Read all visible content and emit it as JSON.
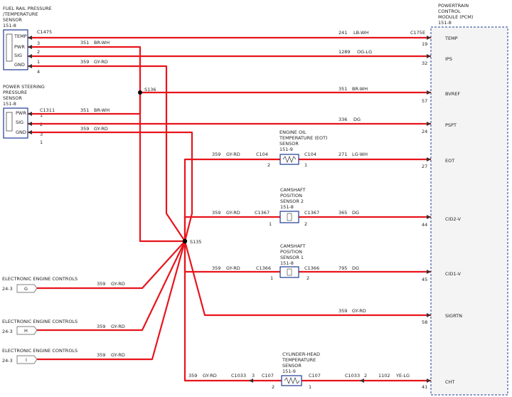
{
  "components": {
    "fuel_rail_sensor": {
      "lines": [
        "FUEL RAIL PRESSURE",
        "/TEMPERATURE",
        "SENSOR",
        "151-8"
      ],
      "connector": "C1475",
      "pins": [
        "TEMP",
        "PWR",
        "SIG",
        "GND"
      ],
      "pin_numbers": [
        "3",
        "2",
        "1",
        "4"
      ]
    },
    "ps_pressure_sensor": {
      "lines": [
        "POWER STEERING",
        "PRESSURE",
        "SENSOR",
        "151-8"
      ],
      "connector": "C1311",
      "pins": [
        "PWR",
        "SIG",
        "GND"
      ],
      "pin_numbers": [
        "1",
        "2",
        "3",
        "1"
      ]
    },
    "pcm": {
      "lines": [
        "POWERTRAIN",
        "CONTROL",
        "MODULE (PCM)",
        "151-8"
      ],
      "connector": "C175E",
      "pins": [
        "TEMP",
        "IPS",
        "BVREF",
        "PSPT",
        "EOT",
        "CID2-V",
        "CID1-V",
        "SIGRTN",
        "CHT"
      ],
      "pin_numbers": [
        "19",
        "32",
        "57",
        "24",
        "27",
        "44",
        "45",
        "58",
        "41"
      ]
    },
    "eot_sensor": {
      "lines": [
        "ENGINE OIL",
        "TEMPERATURE (EOT)",
        "SENSOR",
        "151-9"
      ],
      "conn_left": "C104",
      "conn_right": "C104",
      "pin_left": "2",
      "pin_right": "1"
    },
    "cmp2_sensor": {
      "lines": [
        "CAMSHAFT",
        "POSITION",
        "SENSOR 2",
        "151-8"
      ],
      "conn_left": "C1367",
      "conn_right": "C1367",
      "pin_left": "1",
      "pin_right": "2"
    },
    "cmp1_sensor": {
      "lines": [
        "CAMSHAFT",
        "POSITION",
        "SENSOR 1",
        "151-8"
      ],
      "conn_left": "C1366",
      "conn_right": "C1366",
      "pin_left": "1",
      "pin_right": "2"
    },
    "cht_sensor": {
      "lines": [
        "CYLINDER-HEAD",
        "TEMPERATURE",
        "SENSOR",
        "151-9"
      ],
      "conn_left": "C107",
      "conn_right": "C107",
      "pin_left": "2",
      "pin_right": "1"
    }
  },
  "splices": {
    "s136": "S136",
    "s135": "S135"
  },
  "wires": [
    {
      "circuit": "241",
      "color": "LB-WH"
    },
    {
      "circuit": "351",
      "color": "BR-WH"
    },
    {
      "circuit": "1289",
      "color": "OG-LG"
    },
    {
      "circuit": "359",
      "color": "GY-RD"
    },
    {
      "circuit": "351",
      "color": "BR-WH"
    },
    {
      "circuit": "351",
      "color": "BR-WH"
    },
    {
      "circuit": "336",
      "color": "DG"
    },
    {
      "circuit": "359",
      "color": "GY-RD"
    },
    {
      "circuit": "359",
      "color": "GY-RD"
    },
    {
      "circuit": "271",
      "color": "LG-WH"
    },
    {
      "circuit": "359",
      "color": "GY-RD"
    },
    {
      "circuit": "365",
      "color": "DG"
    },
    {
      "circuit": "359",
      "color": "GY-RD"
    },
    {
      "circuit": "795",
      "color": "DG"
    },
    {
      "circuit": "359",
      "color": "GY-RD"
    },
    {
      "circuit": "359",
      "color": "GY-RD"
    },
    {
      "circuit": "359",
      "color": "GY-RD"
    },
    {
      "circuit": "359",
      "color": "GY-RD"
    },
    {
      "circuit": "359",
      "color": "GY-RD"
    },
    {
      "circuit": "1102",
      "color": "YE-LG"
    }
  ],
  "cht_connectors": {
    "left": "C1033",
    "left_pin": "3",
    "right": "C1033",
    "right_pin": "2"
  },
  "eec_refs": [
    {
      "label": "ELECTRONIC ENGINE CONTROLS",
      "page": "24-3",
      "letter": "G"
    },
    {
      "label": "ELECTRONIC ENGINE CONTROLS",
      "page": "24-3",
      "letter": "H"
    },
    {
      "label": "ELECTRONIC ENGINE CONTROLS",
      "page": "24-3",
      "letter": "I"
    }
  ],
  "colors": {
    "wire": "#e8141c",
    "outline": "#1f3a93"
  }
}
